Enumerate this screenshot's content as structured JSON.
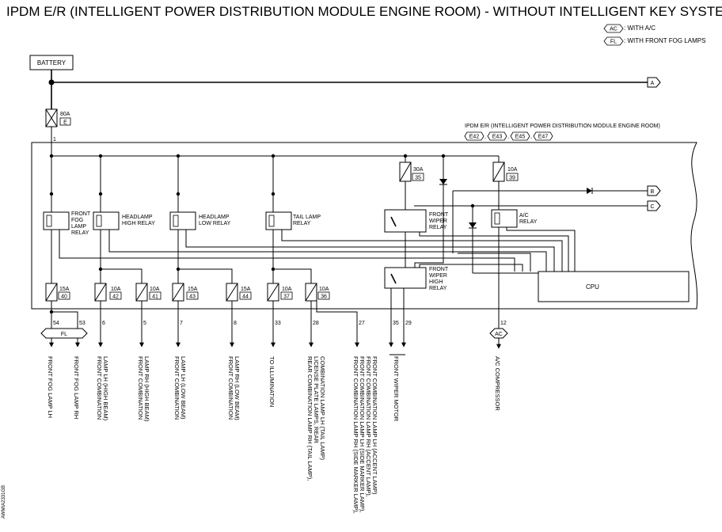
{
  "title": "IPDM E/R (INTELLIGENT POWER DISTRIBUTION MODULE ENGINE ROOM) - WITHOUT INTELLIGENT KEY SYSTEM",
  "legend": [
    {
      "tag": "AC",
      "text": ": WITH A/C"
    },
    {
      "tag": "FL",
      "text": ": WITH FRONT FOG LAMPS"
    }
  ],
  "battery": "BATTERY",
  "main_fuse": {
    "rating": "80A",
    "id": "E",
    "terminal": "1"
  },
  "module": {
    "title": "IPDM E/R (INTELLIGENT POWER DISTRIBUTION MODULE ENGINE ROOM)",
    "connectors": [
      "E42",
      "E43",
      "E45",
      "E47"
    ],
    "cpu": "CPU"
  },
  "connector_refs": [
    "A",
    "B",
    "C"
  ],
  "relays": {
    "fog": [
      "FRONT",
      "FOG",
      "LAMP",
      "RELAY"
    ],
    "hl_high": [
      "HEADLAMP",
      "HIGH RELAY"
    ],
    "hl_low": [
      "HEADLAMP",
      "LOW RELAY"
    ],
    "tail": [
      "TAIL LAMP",
      "RELAY"
    ],
    "wiper": [
      "FRONT",
      "WIPER",
      "RELAY"
    ],
    "ac": [
      "A/C",
      "RELAY"
    ],
    "wiper_high": [
      "FRONT",
      "WIPER",
      "HIGH",
      "RELAY"
    ]
  },
  "top_fuses": [
    {
      "rating": "30A",
      "id": "35"
    },
    {
      "rating": "10A",
      "id": "39"
    }
  ],
  "fuses": [
    {
      "rating": "15A",
      "id": "40"
    },
    {
      "rating": "10A",
      "id": "42"
    },
    {
      "rating": "10A",
      "id": "41"
    },
    {
      "rating": "15A",
      "id": "43"
    },
    {
      "rating": "15A",
      "id": "44"
    },
    {
      "rating": "10A",
      "id": "37"
    },
    {
      "rating": "10A",
      "id": "36"
    }
  ],
  "terminals": [
    "54",
    "53",
    "6",
    "5",
    "7",
    "8",
    "33",
    "28",
    "27",
    "35",
    "29",
    "12"
  ],
  "option_tags": {
    "fl": "FL",
    "ac": "AC"
  },
  "outputs": {
    "fog_lh": [
      "FRONT FOG LAMP LH"
    ],
    "fog_rh": [
      "FRONT FOG LAMP RH"
    ],
    "hi_lh": [
      "FRONT COMBINATION",
      "LAMP LH (HIGH BEAM)"
    ],
    "hi_rh": [
      "FRONT COMBINATION",
      "LAMP RH (HIGH BEAM)"
    ],
    "lo_lh": [
      "FRONT COMBINATION",
      "LAMP LH (LOW BEAM)"
    ],
    "lo_rh": [
      "FRONT COMBINATION",
      "LAMP RH (LOW BEAM)"
    ],
    "illum": [
      "TO ILLUMINATION"
    ],
    "tail": [
      "REAR COMBINATION LAMP RH (TAIL LAMP),",
      "LICENSE PLATE LAMPS, REAR",
      "COMBINATION LAMP LH (TAIL LAMP)"
    ],
    "side": [
      "FRONT COMBINATION LAMP RH (SIDE MARKER LAMP),",
      "FRONT COMBINATION LAMP LH (SIDE MARKER LAMP),",
      "FRONT COMBINATION LAMP RH (ACCENT LAMP),",
      "FRONT COMBINATION LAMP LH (ACCENT LAMP)"
    ],
    "wiper": [
      "FRONT WIPER MOTOR"
    ],
    "ac": [
      "A/C COMPRESSOR"
    ]
  },
  "figure_id": "AWMIA2331GB"
}
